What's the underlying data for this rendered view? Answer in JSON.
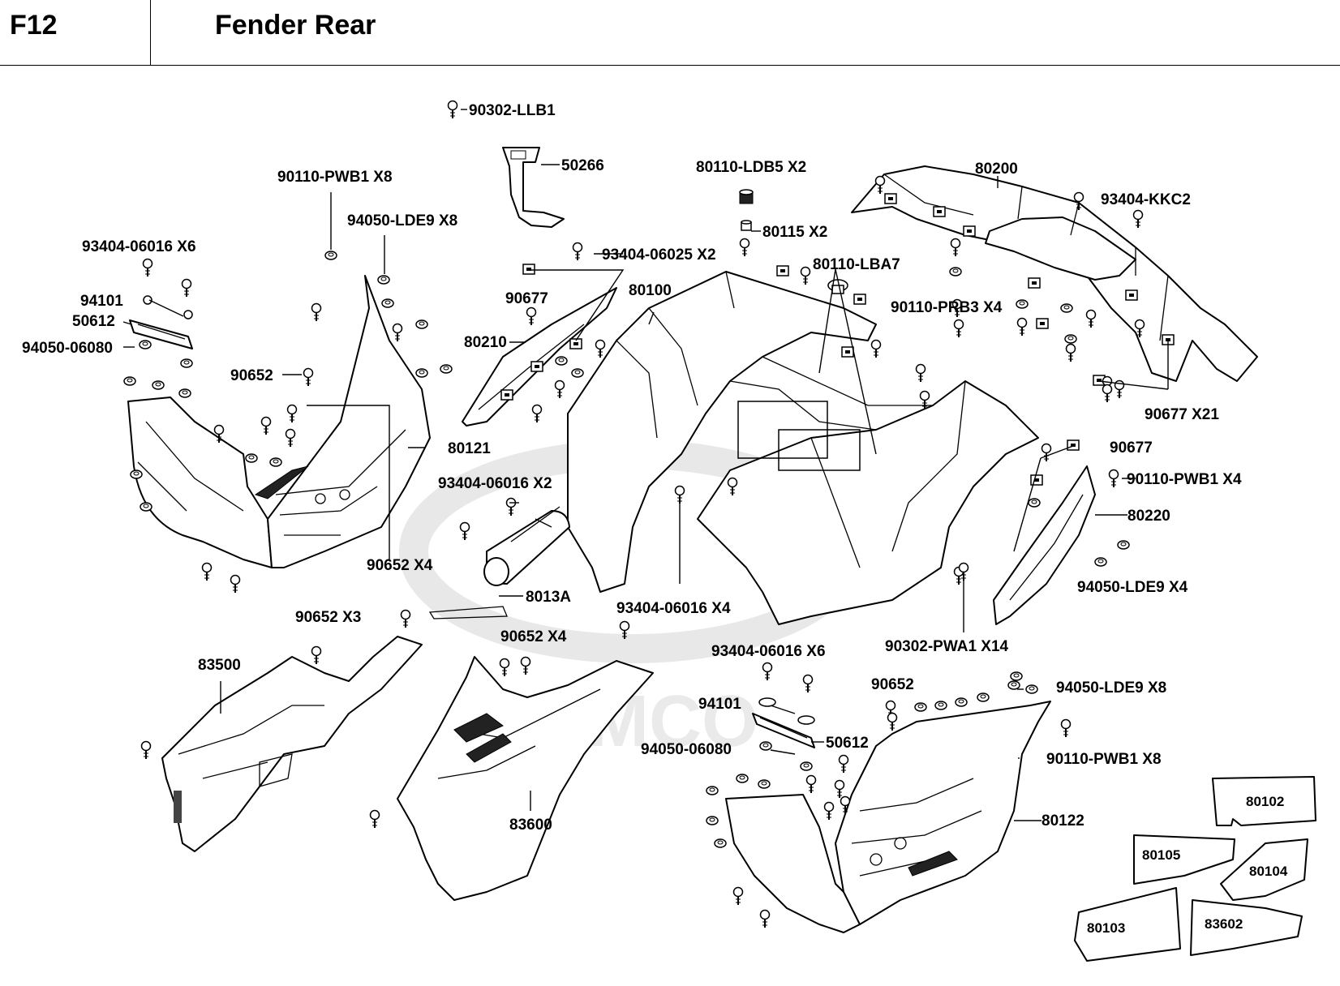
{
  "header": {
    "code": "F12",
    "title": "Fender Rear"
  },
  "watermark": "KYMCO",
  "callouts": [
    "90302-LLB1",
    "50266",
    "90110-PWB1 X8",
    "94050-LDE9 X8",
    "93404-06016 X6",
    "94101",
    "50612",
    "94050-06080",
    "90652",
    "80121",
    "90652 X4",
    "93404-06025 X2",
    "90677",
    "80210",
    "80100",
    "93404-06016 X2",
    "8013A",
    "93404-06016 X4",
    "80110-LDB5  X2",
    "80115 X2",
    "80110-LBA7",
    "90110-PRB3 X4",
    "80200",
    "93404-KKC2",
    "90677  X21",
    "90677",
    "90110-PWB1 X4",
    "80220",
    "94050-LDE9 X4",
    "90302-PWA1 X14",
    "90652  X3",
    "83500",
    "90652   X4",
    "83600",
    "93404-06016 X6",
    "94101",
    "94050-06080",
    "50612",
    "90652",
    "94050-LDE9 X8",
    "90110-PWB1 X8",
    "80122"
  ],
  "tags": [
    "80102",
    "80105",
    "80104",
    "80103",
    "83602"
  ]
}
